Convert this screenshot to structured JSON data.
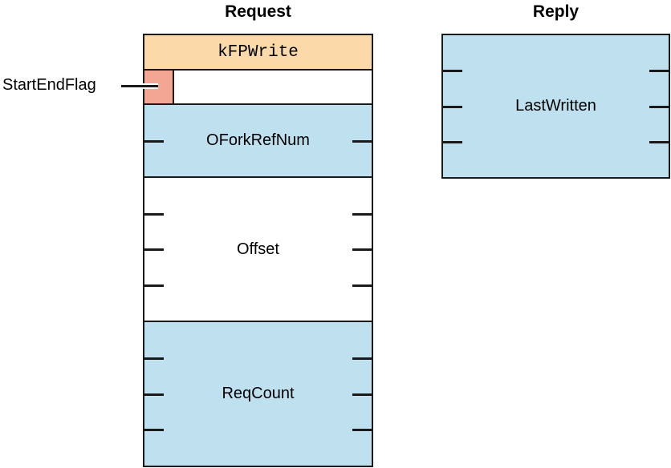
{
  "request": {
    "title": "Request",
    "fields": [
      {
        "label": "kFPWrite",
        "bytes": 1,
        "fill": "#FBD9A8"
      },
      {
        "label": "",
        "bytes": 1,
        "fill": "#FFFFFF"
      },
      {
        "label": "OForkRefNum",
        "bytes": 2,
        "fill": "#BFE1EF"
      },
      {
        "label": "Offset",
        "bytes": 4,
        "fill": "#FFFFFF"
      },
      {
        "label": "ReqCount",
        "bytes": 4,
        "fill": "#BFE1EF"
      }
    ]
  },
  "reply": {
    "title": "Reply",
    "fields": [
      {
        "label": "LastWritten",
        "bytes": 4,
        "fill": "#BFE1EF"
      }
    ]
  },
  "callout": {
    "label": "StartEndFlag",
    "fill": "#F2A693"
  },
  "colors": {
    "border": "#1A1A1A",
    "background": "#FFFFFF",
    "text": "#000000"
  }
}
